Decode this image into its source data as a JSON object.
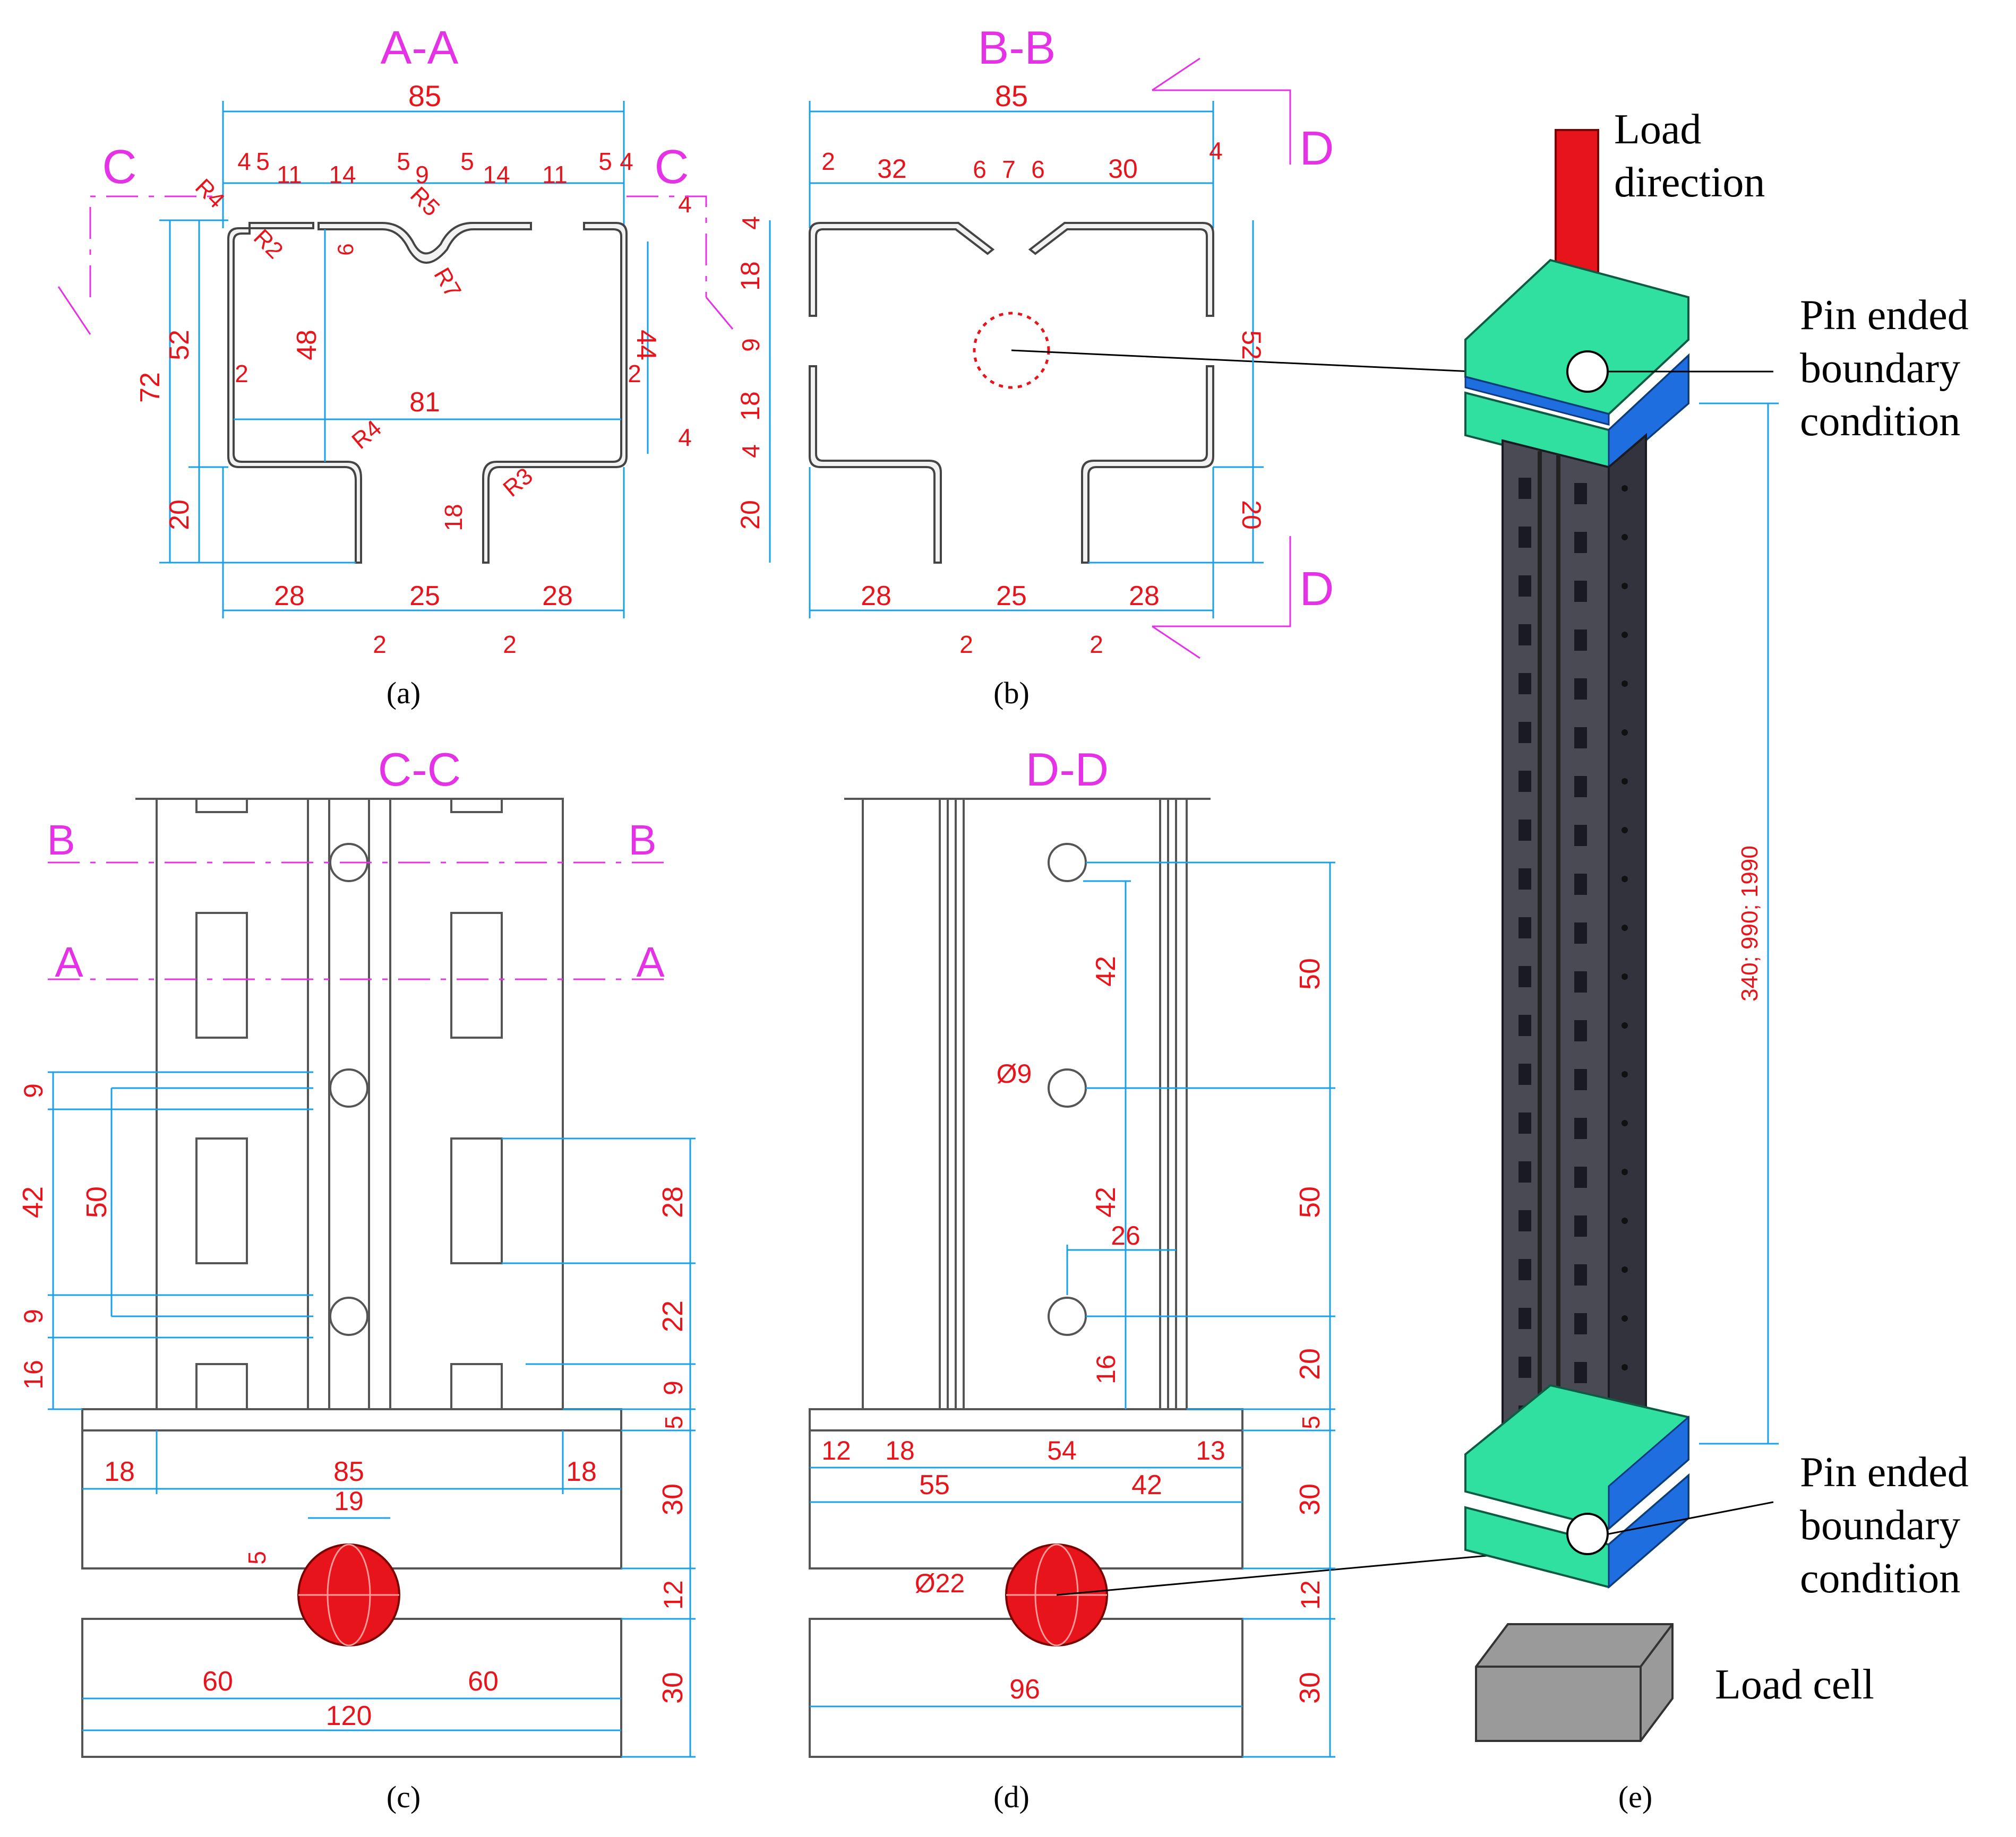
{
  "panels": {
    "a": {
      "label": "(a)",
      "title": "A-A"
    },
    "b": {
      "label": "(b)",
      "title": "B-B"
    },
    "c": {
      "label": "(c)",
      "title": "C-C"
    },
    "d": {
      "label": "(d)",
      "title": "D-D"
    },
    "e": {
      "label": "(e)"
    }
  },
  "section_marks": {
    "a": "A",
    "b": "B",
    "c": "C",
    "d": "D"
  },
  "dims_a": {
    "overall_width": "85",
    "top": [
      "4",
      "5",
      "11",
      "14",
      "5",
      "9",
      "5",
      "14",
      "11",
      "5",
      "4"
    ],
    "radii": [
      "R4",
      "R2",
      "R5",
      "R7",
      "R4",
      "R3"
    ],
    "left_total": "72",
    "web": "52",
    "inner_h": "48",
    "flange_lip": "20",
    "inner_w": "81",
    "right_h": "44",
    "t": "2",
    "bottom": [
      "28",
      "25",
      "28"
    ],
    "small": [
      "6",
      "4",
      "18"
    ]
  },
  "dims_b": {
    "overall_width": "85",
    "top": [
      "2",
      "32",
      "6",
      "7",
      "6",
      "30",
      "4"
    ],
    "left": [
      "4",
      "18",
      "9",
      "18",
      "4",
      "20"
    ],
    "right": [
      "52",
      "20"
    ],
    "bottom": [
      "28",
      "25",
      "28"
    ],
    "t": "2"
  },
  "dims_c": {
    "left": [
      "9",
      "42",
      "50",
      "9",
      "16"
    ],
    "right": [
      "28",
      "22",
      "9",
      "5",
      "30",
      "12",
      "30"
    ],
    "bottom": [
      "18",
      "85",
      "18",
      "19",
      "5",
      "60",
      "60",
      "120"
    ]
  },
  "dims_d": {
    "left": [
      "42",
      "Ø9",
      "42",
      "26",
      "16"
    ],
    "right": [
      "50",
      "50",
      "20",
      "5",
      "30",
      "12",
      "30"
    ],
    "bottom": [
      "12",
      "18",
      "54",
      "13",
      "55",
      "42",
      "Ø22",
      "96"
    ]
  },
  "annotations_e": {
    "load_direction": [
      "Load",
      "direction"
    ],
    "pin_top": [
      "Pin ended",
      "boundary",
      "condition"
    ],
    "pin_bottom": [
      "Pin ended",
      "boundary",
      "condition"
    ],
    "length": "340; 990; 1990",
    "load_cell": "Load cell"
  },
  "colors": {
    "dimension_text": "#e8141c",
    "section_mark": "#e632e6",
    "dimension_line": "#1aa0e6",
    "plate_green": "#2fe0a0",
    "plate_blue": "#1e6ee0",
    "column": "#4a4a55",
    "load_arrow": "#e8141c"
  }
}
